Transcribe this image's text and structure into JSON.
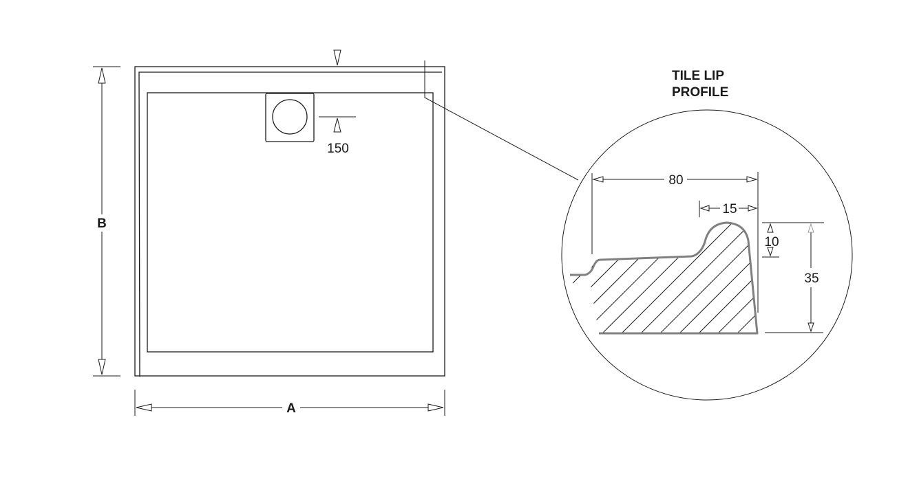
{
  "plan_view": {
    "dim_width_label": "A",
    "dim_depth_label": "B",
    "waste_offset_label": "150"
  },
  "detail": {
    "title_line1": "TILE LIP",
    "title_line2": "PROFILE",
    "dim_total_width": "80",
    "dim_lip_width": "15",
    "dim_lip_height": "10",
    "dim_total_height": "35"
  }
}
